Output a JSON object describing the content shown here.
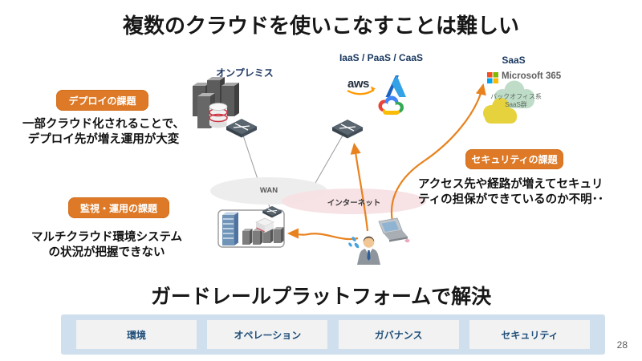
{
  "slide": {
    "title": "複数のクラウドを使いこなすことは難しい",
    "page_number": "28"
  },
  "sections": {
    "onprem_label": "オンプレミス",
    "iaas_label": "IaaS / PaaS / CaaS",
    "saas_label": "SaaS",
    "aws_logo_text": "aws",
    "microsoft365_label": "Microsoft 365",
    "saas_cloud_line1": "バックオフィス系",
    "saas_cloud_line2": "SaaS群"
  },
  "network": {
    "wan_label": "WAN",
    "internet_label": "インターネット"
  },
  "callouts": {
    "deploy": {
      "badge": "デプロイの課題",
      "line1": "一部クラウド化されることで、",
      "line2": "デプロイ先が増え運用が大変"
    },
    "monitoring": {
      "badge": "監視・運用の課題",
      "line1": "マルチクラウド環境システム",
      "line2": "の状況が把握できない"
    },
    "security": {
      "badge": "セキュリティの課題",
      "line1": "アクセス先や経路が増えてセキュリ",
      "line2": "ティの担保ができているのか不明･･"
    }
  },
  "solution": {
    "title": "ガードレールプラットフォームで解決",
    "pillars": [
      "環境",
      "オペレーション",
      "ガバナンス",
      "セキュリティ"
    ]
  },
  "colors": {
    "badge_orange": "#DD7927",
    "arrow_orange": "#E8821E",
    "band_blue": "#CFDFEE",
    "pillar_text": "#1F4E79",
    "label_navy": "#1F3864"
  }
}
